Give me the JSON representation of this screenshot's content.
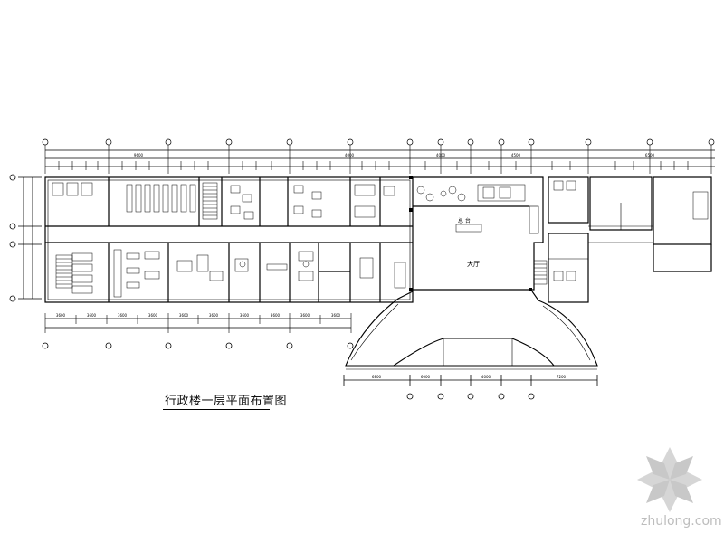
{
  "drawing": {
    "title": "行政楼一层平面布置图",
    "center_label": "大厅",
    "lobby_desk": "总 台",
    "watermark": "zhulong.com",
    "dimensions_top_outer": [
      "9600",
      "4000",
      "4000",
      "4500",
      "6500"
    ],
    "dimensions_bottom_outer": [
      "6800",
      "6000",
      "4000",
      "7200"
    ],
    "dimensions_bottom_left": [
      "3600",
      "3600",
      "3600",
      "3600",
      "3600",
      "3600",
      "3600",
      "3600",
      "3600",
      "3600"
    ]
  },
  "colors": {
    "line": "#000000",
    "watermark": "#bdbdbd"
  },
  "icons": [
    "watermark-logo-icon",
    "desk-icon",
    "stair-icon",
    "toilet-icon",
    "chair-icon"
  ]
}
